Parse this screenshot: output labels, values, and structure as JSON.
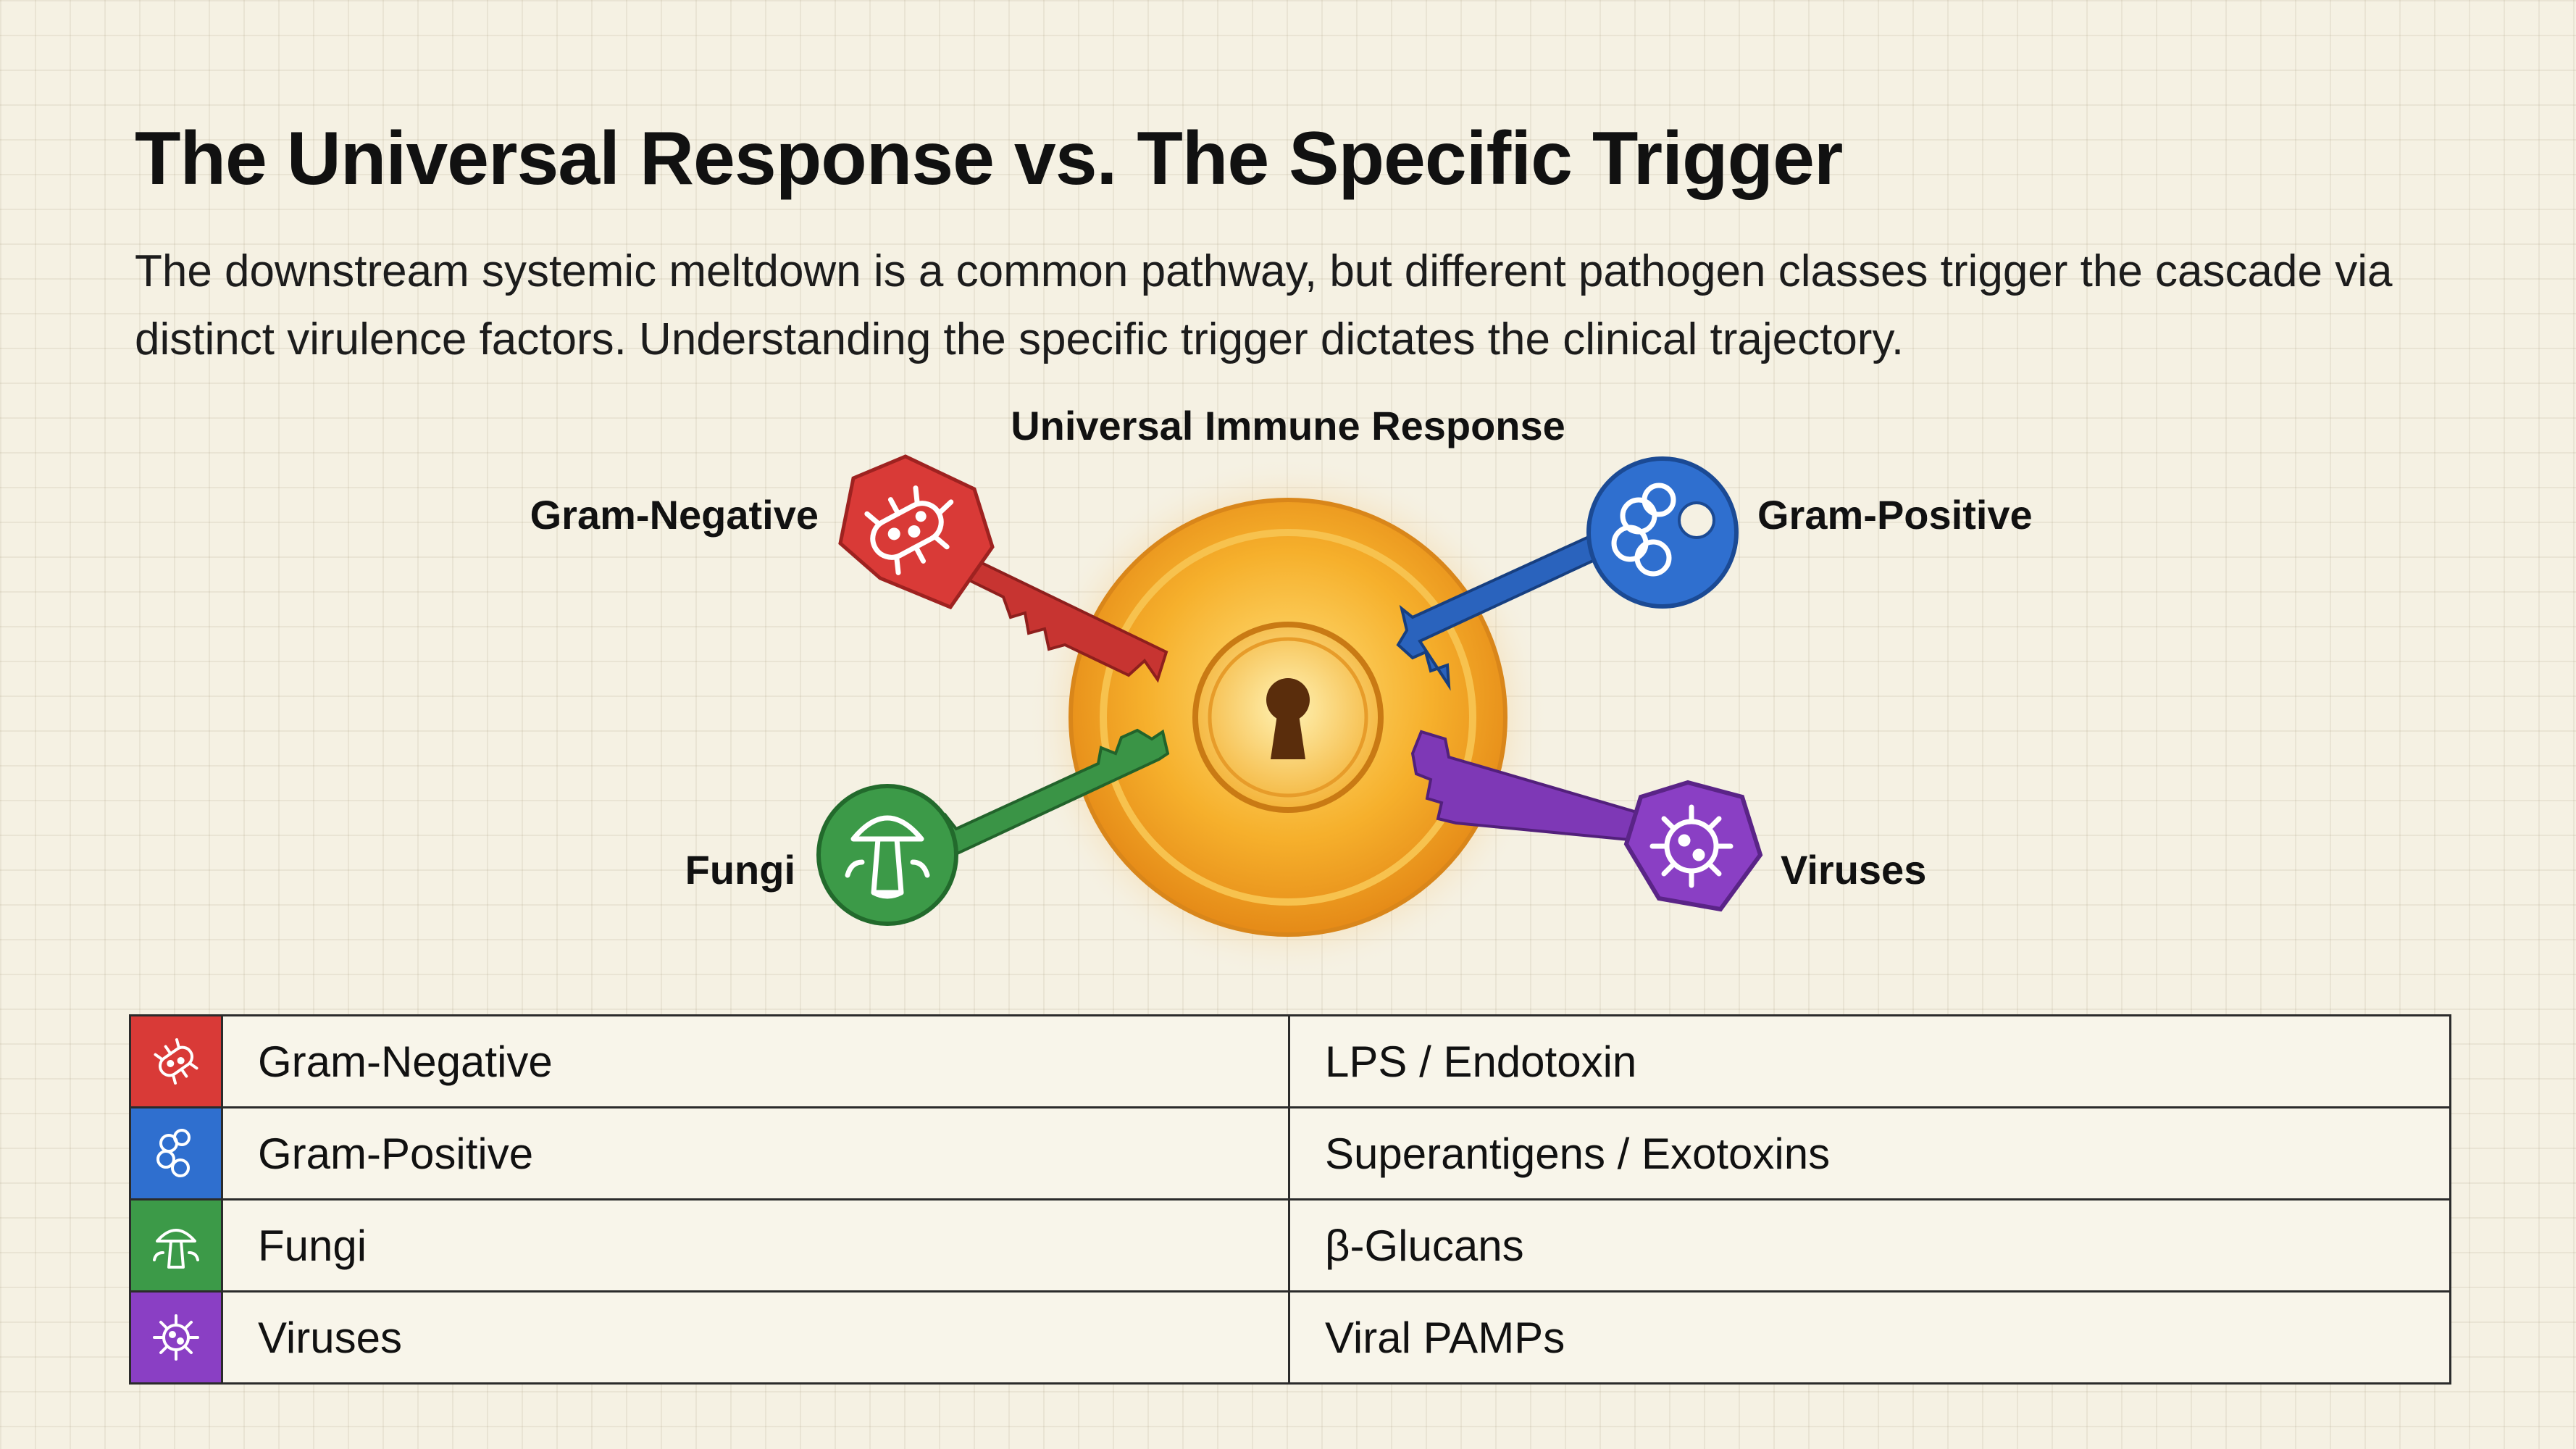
{
  "title": "The Universal Response vs. The Specific Trigger",
  "subtitle": "The downstream systemic meltdown is a common pathway, but different pathogen classes trigger the cascade via distinct virulence factors. Understanding the specific trigger dictates the clinical trajectory.",
  "diagram": {
    "center_label": "Universal Immune Response",
    "keys": {
      "gram_negative": "Gram-Negative",
      "gram_positive": "Gram-Positive",
      "fungi": "Fungi",
      "viruses": "Viruses"
    }
  },
  "table": {
    "rows": [
      {
        "icon": "bacillus-icon",
        "color": "#d93a37",
        "name": "Gram-Negative",
        "factor": "LPS / Endotoxin"
      },
      {
        "icon": "cocci-icon",
        "color": "#2f6fcf",
        "name": "Gram-Positive",
        "factor": "Superantigens / Exotoxins"
      },
      {
        "icon": "mushroom-icon",
        "color": "#3c9a48",
        "name": "Fungi",
        "factor": "β-Glucans"
      },
      {
        "icon": "virus-icon",
        "color": "#8a3fc4",
        "name": "Viruses",
        "factor": "Viral PAMPs"
      }
    ]
  },
  "colors": {
    "gram_negative": "#d93a37",
    "gram_positive": "#2f6fcf",
    "fungi": "#3c9a48",
    "viruses": "#8a3fc4",
    "lock": "#f2a320"
  }
}
